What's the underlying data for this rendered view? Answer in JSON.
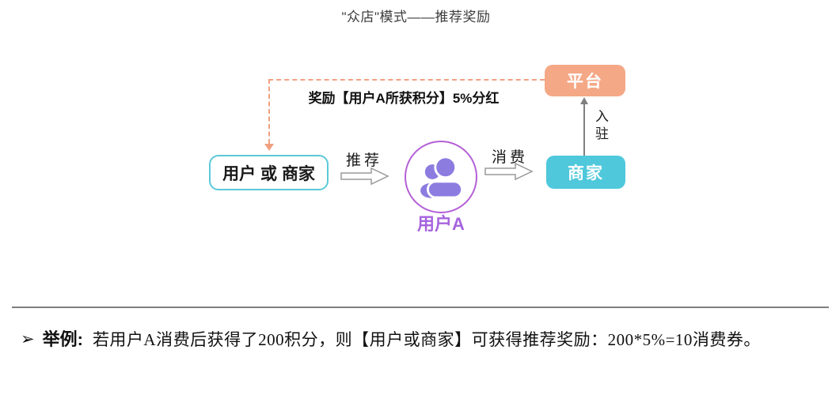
{
  "title": "\"众店\"模式——推荐奖励",
  "diagram": {
    "platform_box_label": "平台",
    "merchant_box_label": "商家",
    "user_or_merchant_box_label": "用户 或 商家",
    "center_user_label": "用户A",
    "recommend_arrow_label": "推荐",
    "consume_arrow_label": "消费",
    "join_arrow_label": "入驻",
    "reward_dashed_label": "奖励【用户A所获积分】5%分红"
  },
  "example": {
    "bullet": "➢",
    "heading": "举例:",
    "text": "若用户A消费后获得了200积分，则【用户或商家】可获得推荐奖励：200*5%=10消费券。"
  },
  "colors": {
    "platform_bg": "#f5a886",
    "merchant_bg": "#4fc8dc",
    "user_merchant_border": "#5bc9d9",
    "circle_border": "#b45fd6",
    "person_icon_fill": "#8c7ce0",
    "user_a_text": "#a664de",
    "dashed_connector": "#f0a080",
    "join_arrow": "#808080",
    "divider": "#7f7f7f"
  }
}
